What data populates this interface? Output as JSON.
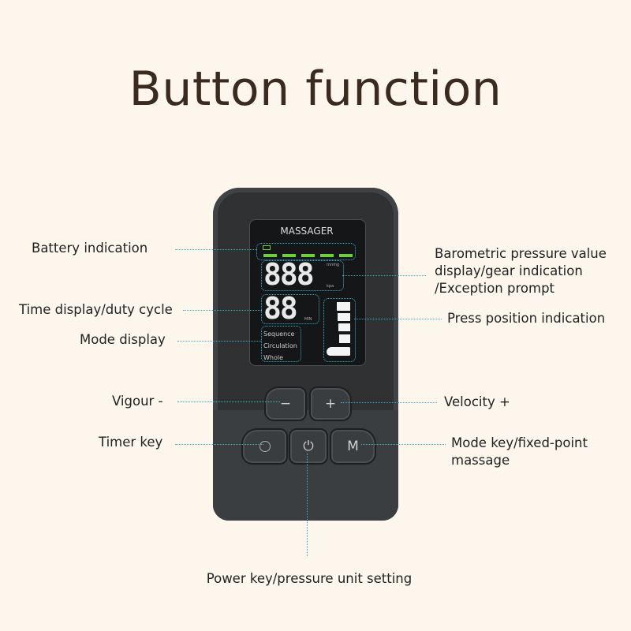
{
  "title": "Button function",
  "device": {
    "screen_brand": "MASSAGER",
    "pressure_digits": "888",
    "pressure_unit_top": "mmhg",
    "pressure_unit_bottom": "kpa",
    "time_digits": "88",
    "time_unit": "MIN",
    "modes": [
      "Sequence",
      "Circulation",
      "Whole"
    ],
    "battery_segments": 5,
    "battery_color": "#6fd03a",
    "buttons": {
      "minus": "−",
      "plus": "+",
      "timer": "timer-icon",
      "power": "power-icon",
      "mode": "M"
    }
  },
  "labels": {
    "battery": "Battery indication",
    "time": "Time display/duty cycle",
    "mode_display": "Mode display",
    "vigour": "Vigour -",
    "timer": "Timer key",
    "power": "Power key/pressure unit setting",
    "pressure": [
      "Barometric pressure value",
      "display/gear indication",
      "/Exception prompt"
    ],
    "press_position": "Press position indication",
    "velocity": "Velocity +",
    "mode_key": [
      "Mode key/fixed-point",
      "massage"
    ]
  },
  "colors": {
    "background": "#fcf6ec",
    "leader_line": "#3aaec6",
    "title": "#3a2a20"
  }
}
